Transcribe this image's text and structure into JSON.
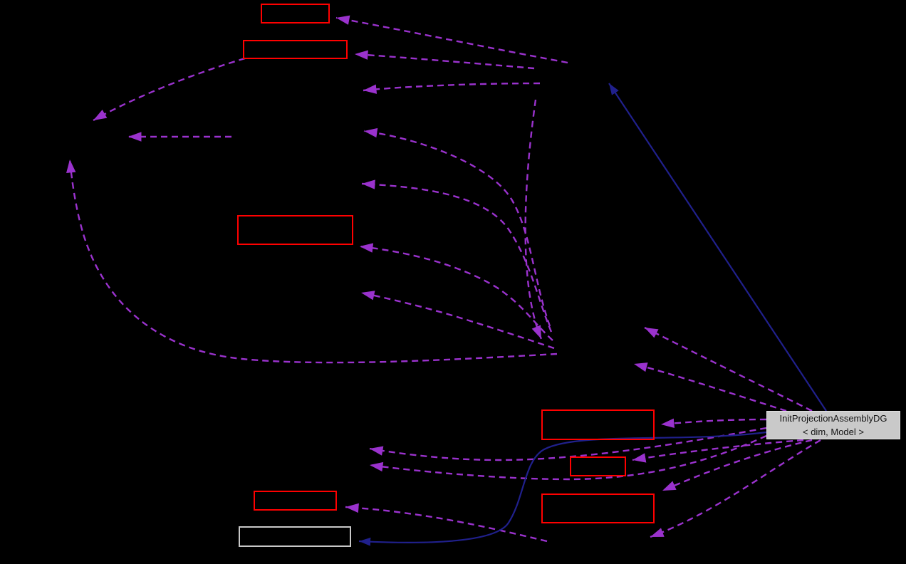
{
  "diagram": {
    "type": "collaboration-graph",
    "main_node": {
      "label_line1": "InitProjectionAssemblyDG",
      "label_line2": "< dim, Model >"
    },
    "colors": {
      "background": "#000000",
      "red_node_border": "#ff0000",
      "grey_node_border": "#c8c8c8",
      "main_node_fill": "#c9c9c9",
      "usage_edge": "#9a32cd",
      "inheritance_edge": "#20208c"
    },
    "counts": {
      "red_nodes": 7,
      "grey_nodes": 1,
      "dashed_usage_edges": 20,
      "solid_inheritance_edges": 2
    }
  }
}
